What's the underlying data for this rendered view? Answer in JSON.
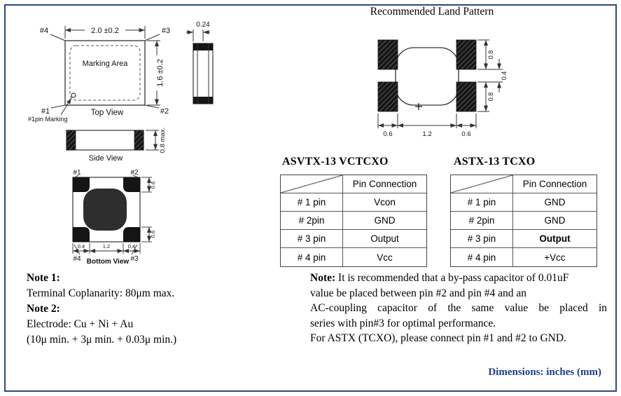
{
  "top_view": {
    "label": "Top View",
    "marking_area_label": "Marking Area",
    "pin1_marking_label": "#1pin Marking",
    "dim_width": "2.0 ±0.2",
    "dim_height": "1.6 ±0.2",
    "pin1": "#1",
    "pin2": "#2",
    "pin3": "#3",
    "pin4": "#4"
  },
  "side_profile": {
    "dim_width": "0.24"
  },
  "side_view": {
    "label": "Side View",
    "dim_height": "0.8 max."
  },
  "bottom_view": {
    "label": "Bottom View",
    "pin1": "#1",
    "pin2": "#2",
    "pin3": "#3",
    "pin4": "#4",
    "dim_pad_height_top": "0.6",
    "dim_pad_height_bottom": "0.6",
    "dim_left": "0.4",
    "dim_center": "1.2",
    "dim_right": "0.4"
  },
  "land_pattern": {
    "title": "Recommended Land Pattern",
    "dim_pad_height_top": "0.8",
    "dim_gap": "0.4",
    "dim_pad_height_bottom": "0.8",
    "dim_pad_width_left": "0.6",
    "dim_span_center": "1.2",
    "dim_pad_width_right": "0.6"
  },
  "tables": [
    {
      "title": "ASVTX-13 VCTCXO",
      "header": "Pin Connection",
      "rows": [
        {
          "pin": "# 1 pin",
          "conn": "Vcon"
        },
        {
          "pin": "# 2pin",
          "conn": "GND"
        },
        {
          "pin": "# 3 pin",
          "conn": "Output"
        },
        {
          "pin": "# 4 pin",
          "conn": "Vcc"
        }
      ]
    },
    {
      "title": "ASTX-13 TCXO",
      "header": "Pin Connection",
      "rows": [
        {
          "pin": "# 1 pin",
          "conn": "GND"
        },
        {
          "pin": "# 2pin",
          "conn": "GND"
        },
        {
          "pin": "# 3 pin",
          "conn": "Output"
        },
        {
          "pin": "# 4 pin",
          "conn": "+Vcc"
        }
      ]
    }
  ],
  "notes_left": {
    "note1_title": "Note 1:",
    "note1_text": "Terminal Coplanarity: 80μm max.",
    "note2_title": "Note 2:",
    "note2_text1": "Electrode: Cu + Ni + Au",
    "note2_text2": "(10μ min. + 3μ min. + 0.03μ min.)"
  },
  "note_right": {
    "title": "Note:",
    "line1": "It is recommended that a by-pass capacitor of 0.01uF",
    "line2": "value be placed between pin #2 and pin #4 and an",
    "line3": "AC-coupling capacitor of the same value be placed in",
    "line4": "series with pin#3 for optimal performance.",
    "line5": "For ASTX (TCXO), please connect pin #1 and #2 to GND."
  },
  "footer": {
    "dimensions_note": "Dimensions: inches (mm)"
  },
  "colors": {
    "accent_blue": "#1c3c96",
    "frame_border": "#2a4a7b",
    "pad_black": "#151515"
  }
}
